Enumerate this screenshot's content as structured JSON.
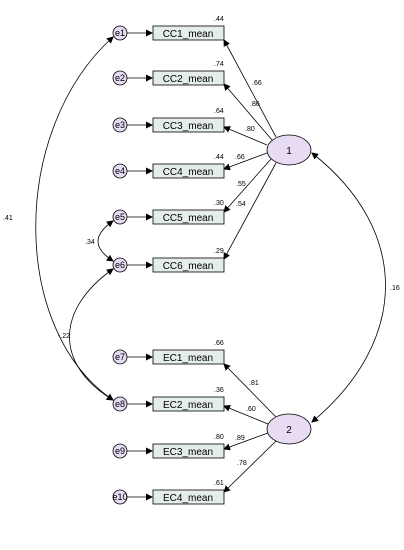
{
  "observed": [
    {
      "id": "CC1",
      "label": "CC1_mean",
      "r2": ".44"
    },
    {
      "id": "CC2",
      "label": "CC2_mean",
      "r2": ".74"
    },
    {
      "id": "CC3",
      "label": "CC3_mean",
      "r2": ".64"
    },
    {
      "id": "CC4",
      "label": "CC4_mean",
      "r2": ".44"
    },
    {
      "id": "CC5",
      "label": "CC5_mean",
      "r2": ".30"
    },
    {
      "id": "CC6",
      "label": "CC6_mean",
      "r2": ".29"
    },
    {
      "id": "EC1",
      "label": "EC1_mean",
      "r2": ".66"
    },
    {
      "id": "EC2",
      "label": "EC2_mean",
      "r2": ".36"
    },
    {
      "id": "EC3",
      "label": "EC3_mean",
      "r2": ".80"
    },
    {
      "id": "EC4",
      "label": "EC4_mean",
      "r2": ".61"
    }
  ],
  "errors": [
    "e1",
    "e2",
    "e3",
    "e4",
    "e5",
    "e6",
    "e7",
    "e8",
    "e9",
    "e10"
  ],
  "latents": [
    {
      "id": "F1",
      "label": "1"
    },
    {
      "id": "F2",
      "label": "2"
    }
  ],
  "loadings": {
    "CC1": ".66",
    "CC2": ".86",
    "CC3": ".80",
    "CC4": ".66",
    "CC5": ".55",
    "CC6": ".54",
    "EC1": ".81",
    "EC2": ".60",
    "EC3": ".89",
    "EC4": ".78"
  },
  "covariances": {
    "e1_e8": ".41",
    "e5_e6": ".34",
    "e6_e8": "-.22",
    "f1_f2": ".16"
  }
}
